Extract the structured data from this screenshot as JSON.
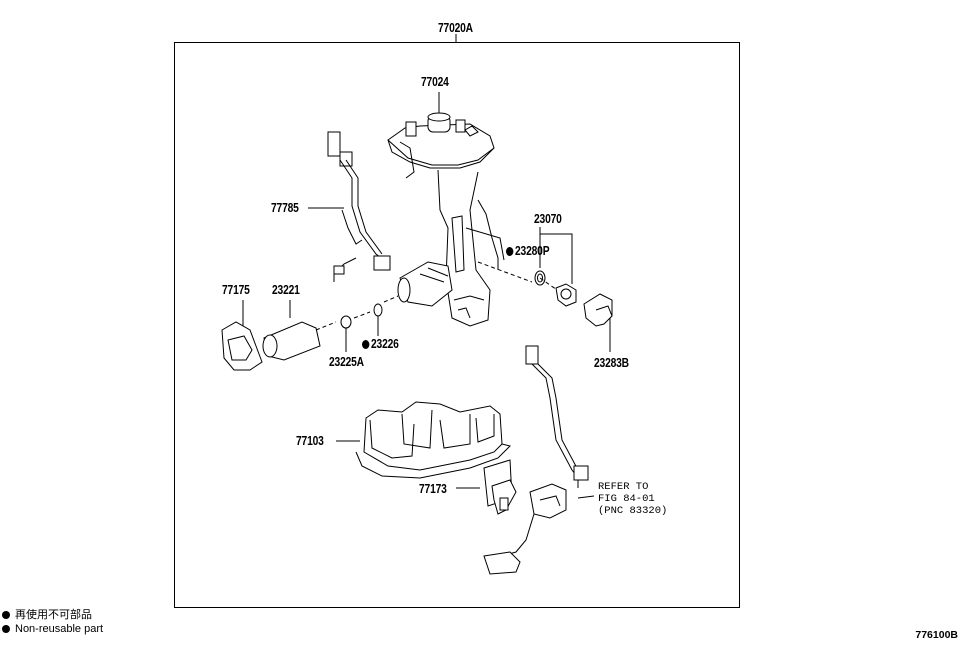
{
  "assembly": "77020A",
  "parts": {
    "p77024": "77024",
    "p77785": "77785",
    "p23070": "23070",
    "p23280P": "23280P",
    "p77175": "77175",
    "p23221": "23221",
    "p23226": "23226",
    "p23225A": "23225A",
    "p23283B": "23283B",
    "p77103": "77103",
    "p77173": "77173"
  },
  "refer": {
    "line1": "REFER TO",
    "line2": "FIG 84-01",
    "line3": "(PNC 83320)"
  },
  "legend": {
    "jp": "再使用不可部品",
    "en": "Non-reusable part"
  },
  "diagram_code": "776100B"
}
